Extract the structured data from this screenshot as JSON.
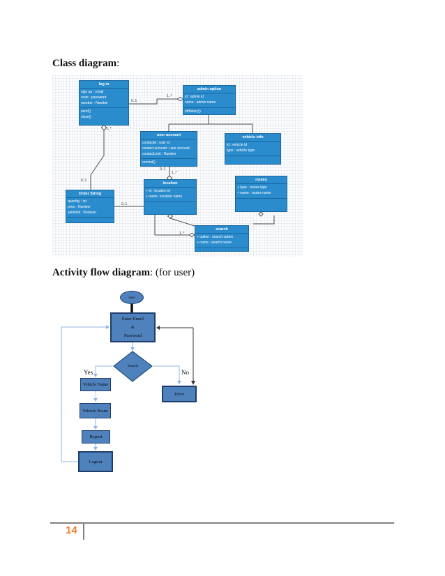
{
  "headings": {
    "class_diagram": {
      "bold": "Class diagram",
      "rest": ":"
    },
    "activity_diagram": {
      "bold": "Activity flow diagram",
      "rest": ": (for user)"
    }
  },
  "class_diagram": {
    "classes": [
      {
        "title": "log in",
        "attributes": [
          "sign up : email",
          "code : password",
          "number : Number"
        ],
        "methods": [
          "send()",
          "close()"
        ]
      },
      {
        "title": "admin option",
        "attributes": [
          "id : admin id",
          "name : admin name"
        ],
        "methods": [
          "idHistory()"
        ]
      },
      {
        "title": "user account",
        "attributes": [
          "contactid : user id",
          "contact account : user account",
          "contactLimit : Number"
        ],
        "methods": [
          "remind()"
        ]
      },
      {
        "title": "vehicle info",
        "attributes": [
          "id : vehicle id",
          "type : vehicle type"
        ],
        "methods": []
      },
      {
        "title": "location",
        "attributes": [
          "+ id : location id",
          "+ name : location name"
        ],
        "methods": []
      },
      {
        "title": "routes",
        "attributes": [
          "+ type : routes type",
          "+ name : routes name"
        ],
        "methods": []
      },
      {
        "title": "Order String",
        "attributes": [
          "quantity : int",
          "price : Number",
          "satisfied : Boolean"
        ],
        "methods": []
      },
      {
        "title": "search",
        "attributes": [
          "+ option : search option",
          "+ name : search name"
        ],
        "methods": []
      }
    ],
    "labels": {
      "login_admin_src": "0..1",
      "login_admin_dst": "1..*",
      "login_order_src": "1..*",
      "login_order_dst": "0..1",
      "account_location_src": "0..1",
      "account_location_dst": "1..*",
      "order_location": "0..1",
      "location_search": "1..*"
    }
  },
  "activity_diagram": {
    "start_label": "user",
    "decision_label": "Search",
    "branch_yes": "Yes",
    "branch_no": "No",
    "boxes": {
      "enter_email_line1": "Enter Email",
      "enter_email_line2": "&",
      "enter_email_line3": "Password",
      "vehicle_name": "Vehicle Name",
      "error": "Error",
      "vehicle_route": "Vehicle Route",
      "report": "Report",
      "logout": "Logout"
    }
  },
  "footer": {
    "page_number": "14"
  },
  "colors": {
    "class_box_fill": "#2B8CCD",
    "class_box_border": "#17679F",
    "flow_box_fill": "#4F81BD",
    "flow_box_border": "#1F3D6B",
    "connector_blue": "#8EB4E3",
    "page_number_accent": "#ED7D31",
    "footer_rule": "#808080"
  }
}
